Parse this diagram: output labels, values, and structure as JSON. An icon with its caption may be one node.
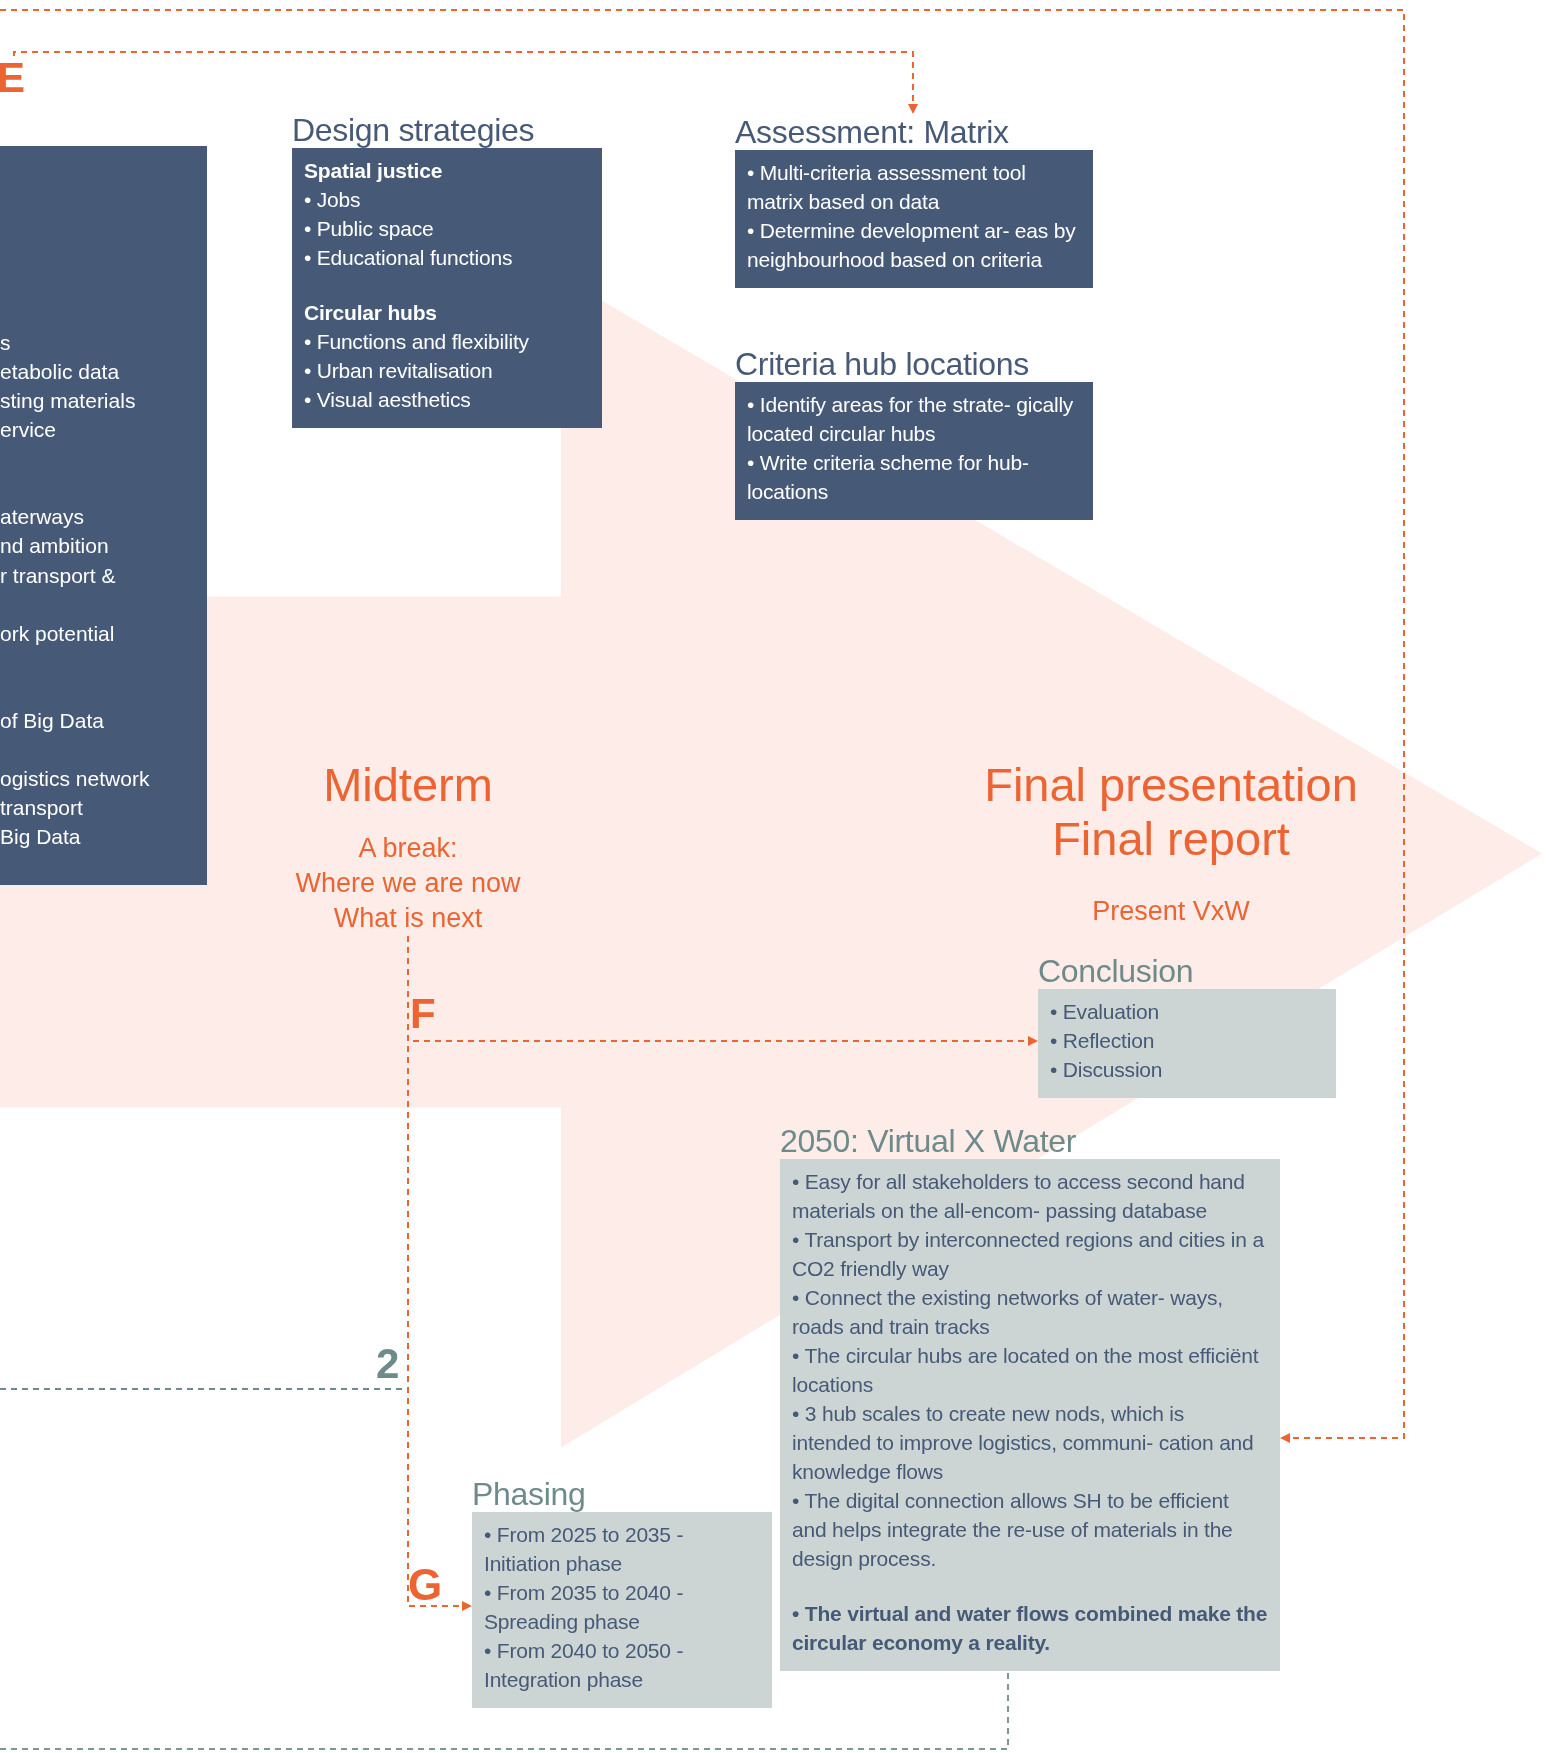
{
  "diagram": {
    "nodes": [
      {
        "text": [
          "E"
        ]
      },
      {
        "text": [
          "s",
          "etabolic data",
          "sting materials",
          "ervice",
          "aterways",
          "nd ambition",
          "r transport &",
          "ork potential",
          "of Big Data",
          "ogistics network",
          "transport",
          "Big Data"
        ]
      },
      {
        "text": [
          "Design strategies",
          "Spatial justice",
          "• Jobs",
          "• Public space",
          "• Educational functions",
          "Circular hubs",
          "• Functions and flexibility",
          "• Urban revitalisation",
          "• Visual aesthetics"
        ]
      },
      {
        "text": [
          "Assessment: Matrix",
          "• Multi-criteria assessment tool matrix based on data",
          "• Determine development ar- eas by neighbourhood based on criteria"
        ]
      },
      {
        "text": [
          "Criteria hub locations",
          "• Identify areas for the strate- gically located circular hubs",
          "• Write criteria scheme for hub-locations"
        ]
      },
      {
        "text": [
          "Midterm",
          "A break:",
          "Where we are now",
          "What is next"
        ]
      },
      {
        "text": [
          "Final presentation",
          "Final report",
          "Present VxW"
        ]
      },
      {
        "text": [
          "Conclusion",
          "• Evaluation",
          "• Reflection",
          "• Discussion"
        ]
      },
      {
        "text": [
          "2050: Virtual X Water",
          "• Easy for all stakeholders to access second hand materials on the all-encom- passing database",
          "• Transport by interconnected regions and cities in a CO2 friendly way",
          "• Connect the existing networks of water- ways, roads and train tracks",
          "• The circular hubs are located on the most efficiënt locations",
          "• 3 hub scales to create new nods, which is intended to improve logistics, communi- cation and knowledge flows",
          "• The digital connection allows SH to be efficient and helps integrate the re-use of materials in the design process.",
          "• The virtual and water flows combined make the circular economy a reality."
        ]
      },
      {
        "text": [
          "Phasing",
          "• From 2025 to 2035 - Initiation phase",
          "• From 2035 to 2040 - Spreading phase",
          "• From 2040 to 2050 - Integration phase"
        ]
      }
    ],
    "edges": [
      {
        "from": 0,
        "to": 3,
        "arrow": "to",
        "style": "dashed"
      },
      {
        "from": null,
        "to": 8,
        "arrow": "to",
        "style": "dashed"
      },
      {
        "from": 5,
        "to": 7,
        "arrow": "to",
        "style": "dashed"
      },
      {
        "from": 5,
        "to": 9,
        "arrow": "to",
        "style": "dashed"
      },
      {
        "from": null,
        "to": 8,
        "arrow": "none",
        "style": "dashed",
        "color": "#7f9696"
      },
      {
        "from": null,
        "to": 6,
        "arrow": "to",
        "style": "thick",
        "color": "#fdece8"
      }
    ],
    "labels": [
      "F",
      "2",
      "G"
    ]
  }
}
